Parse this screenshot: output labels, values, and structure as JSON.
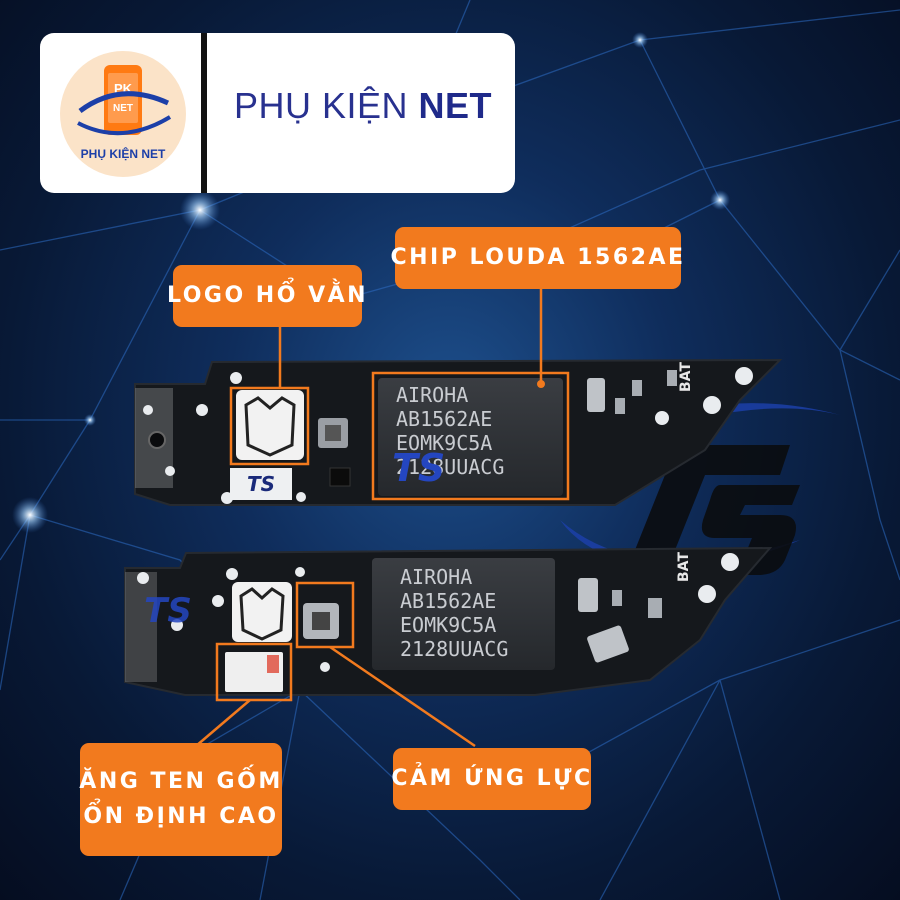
{
  "brand": {
    "name_part1": "PHỤ KIỆN ",
    "name_part2": "NET",
    "logo_caption": "PHỤ KIỆN NET",
    "logo_badge_top": "PK",
    "logo_badge_bottom": "NET"
  },
  "callouts": {
    "logo": "LOGO HỔ VẰN",
    "chip": "CHIP LOUDA 1562AE",
    "antenna_line1": "ĂNG TEN GỐM",
    "antenna_line2": "ỔN ĐỊNH CAO",
    "touch": "CẢM ỨNG LỰC"
  },
  "chips": {
    "upper": {
      "line1": "AIROHA",
      "line2": "AB1562AE",
      "line3": "EOMK9C5A",
      "line4": "2128UUACG"
    },
    "lower": {
      "line1": "AIROHA",
      "line2": "AB1562AE",
      "line3": "EOMK9C5A",
      "line4": "2128UUACG"
    }
  },
  "pcb_marks": {
    "ts": "TS",
    "bat": "BAT"
  },
  "colors": {
    "background": "#0f2d5c",
    "callout": "#f27a1e",
    "brand_text": "#28318f",
    "pcb": "#15181c"
  }
}
